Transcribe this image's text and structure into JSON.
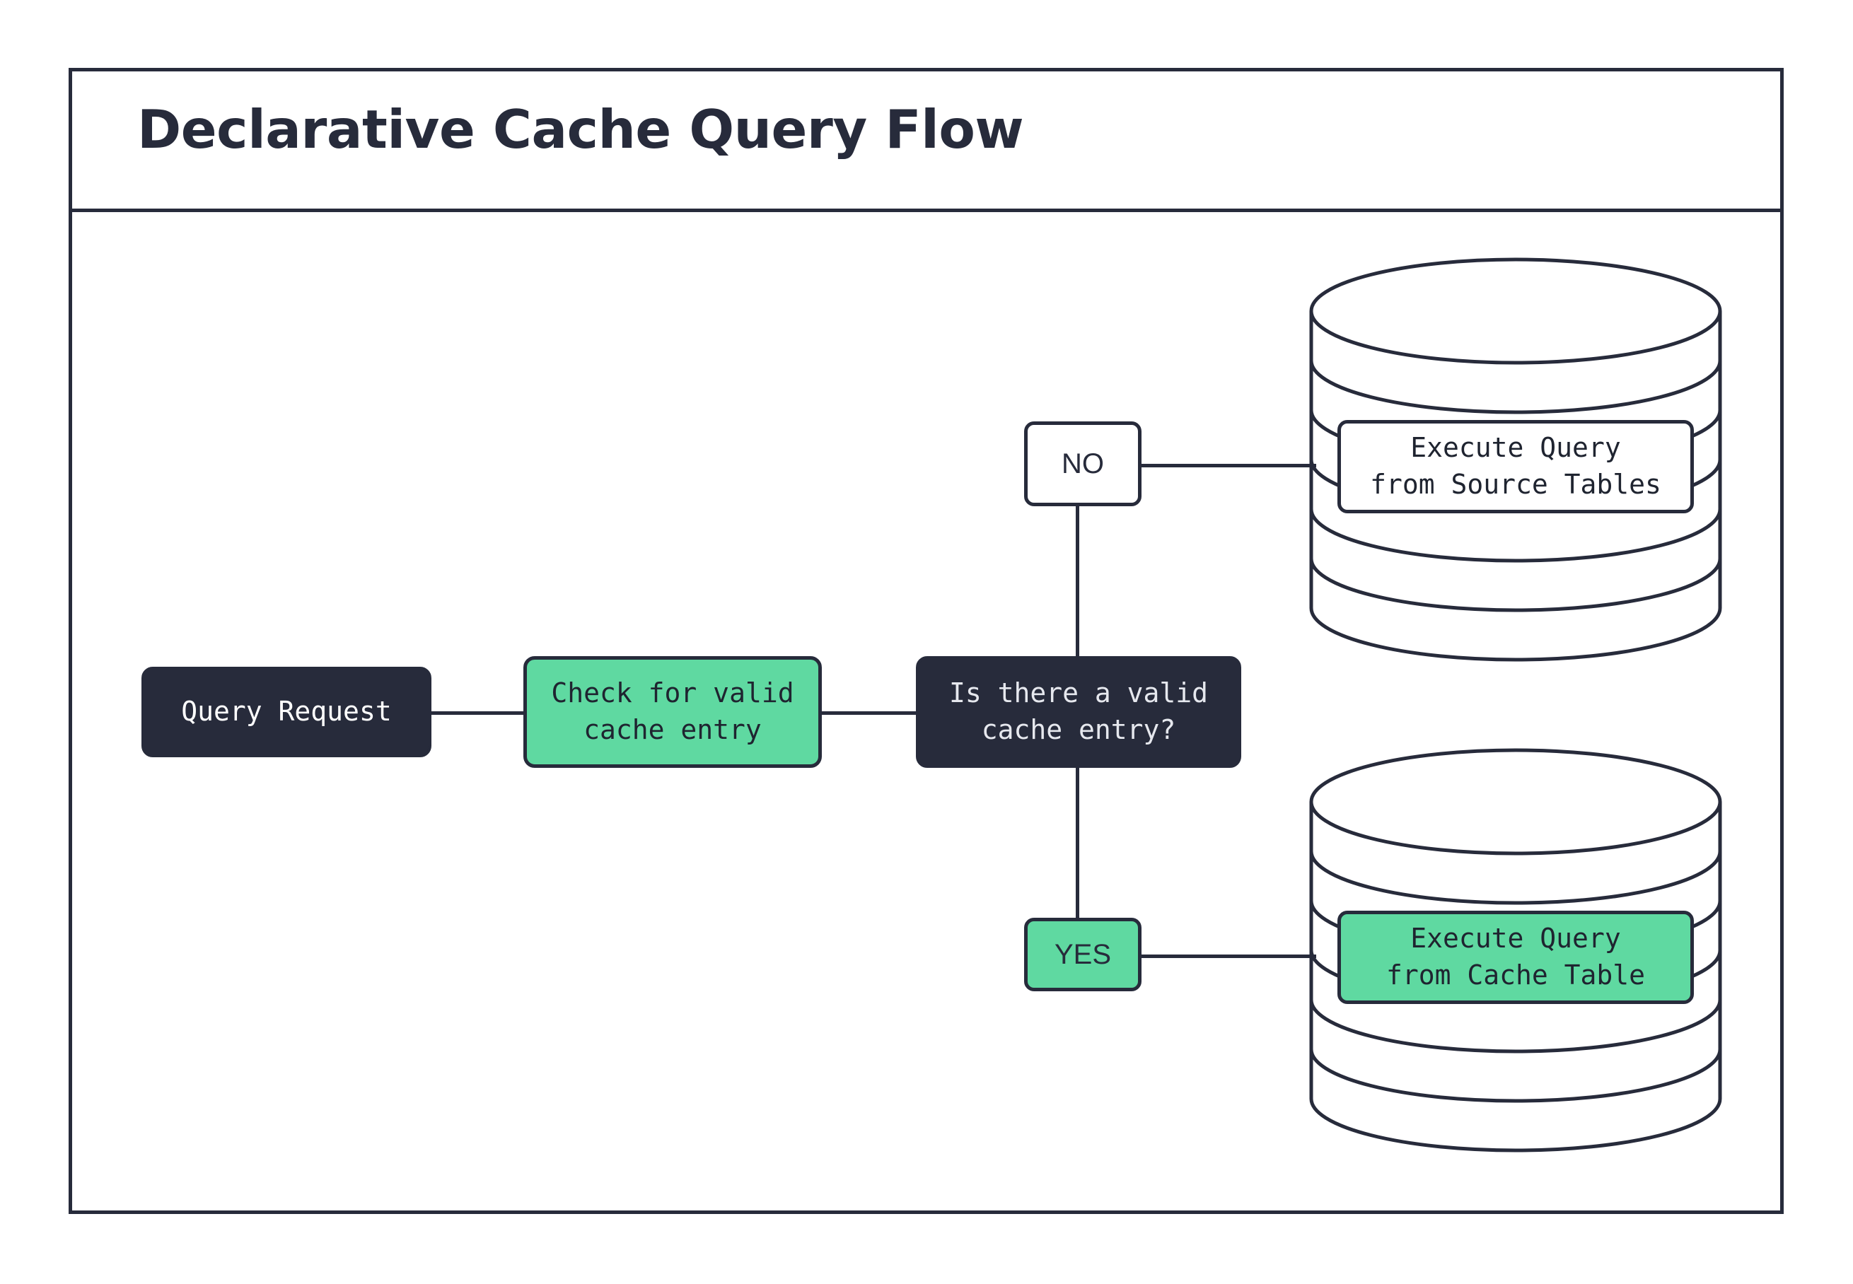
{
  "diagram": {
    "title": "Declarative Cache Query Flow",
    "type": "flowchart",
    "colors": {
      "stroke": "#272b3b",
      "dark_fill": "#272b3b",
      "dark_text": "#e6e8ee",
      "green_fill": "#5fd9a1",
      "white_fill": "#ffffff",
      "page_background": "#ffffff"
    },
    "nodes": {
      "start": {
        "label": "Query Request",
        "shape": "rounded-rect",
        "style": "dark"
      },
      "check": {
        "label": "Check for valid\ncache entry",
        "shape": "rounded-rect",
        "style": "green"
      },
      "decision": {
        "label": "Is there a valid\ncache entry?",
        "shape": "rounded-rect",
        "style": "dark"
      },
      "source_db": {
        "label": "Execute Query\nfrom Source Tables",
        "shape": "cylinder",
        "style": "white"
      },
      "cache_db": {
        "label": "Execute Query\nfrom Cache Table",
        "shape": "cylinder",
        "style": "green"
      }
    },
    "edge_labels": {
      "no": {
        "label": "NO",
        "style": "white"
      },
      "yes": {
        "label": "YES",
        "style": "green"
      }
    },
    "edges": [
      {
        "from": "start",
        "to": "check",
        "label": ""
      },
      {
        "from": "check",
        "to": "decision",
        "label": ""
      },
      {
        "from": "decision",
        "to": "source_db",
        "label": "NO"
      },
      {
        "from": "decision",
        "to": "cache_db",
        "label": "YES"
      }
    ]
  }
}
